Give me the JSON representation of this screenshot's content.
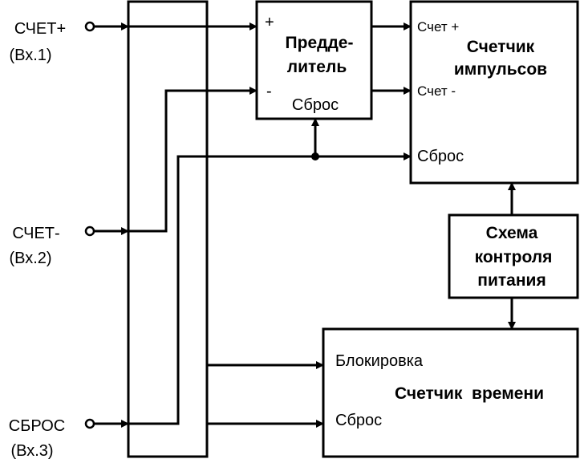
{
  "inputs": [
    {
      "name": "СЧЕТ+",
      "sub": "(Вх.1)"
    },
    {
      "name": "СЧЕТ-",
      "sub": "(Вх.2)"
    },
    {
      "name": "СБРОС",
      "sub": "(Вх.3)"
    }
  ],
  "prescaler": {
    "title_line1": "Предде-",
    "title_line2": "литель",
    "plus": "+",
    "minus": "-",
    "reset": "Сброс"
  },
  "pulse_counter": {
    "title_line1": "Счетчик",
    "title_line2": "импульсов",
    "count_plus": "Счет +",
    "count_minus": "Счет -",
    "reset": "Сброс"
  },
  "power_control": {
    "line1": "Схема",
    "line2": "контроля",
    "line3": "питания"
  },
  "time_counter": {
    "title": "Счетчик  времени",
    "block": "Блокировка",
    "reset": "Сброс"
  }
}
